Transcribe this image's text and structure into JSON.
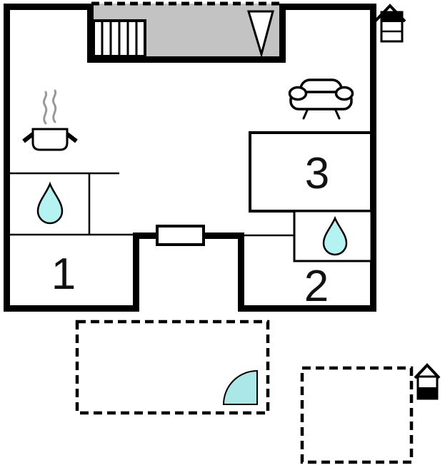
{
  "page": {
    "title": "Holiday home floor plan"
  },
  "colors": {
    "wall": "#000000",
    "loft_gray": "#c3c3c3",
    "terrace_main": "#e8e8e8",
    "terrace_small": "#c6c6c6",
    "water_drop": "#b5f2f2",
    "door_swing": "#abe7e7",
    "steam_gray": "#999999",
    "background": "#ffffff"
  },
  "rooms": [
    {
      "label": "1"
    },
    {
      "label": "2"
    },
    {
      "label": "3"
    }
  ],
  "icons": [
    {
      "name": "staircase-icon"
    },
    {
      "name": "roof-window-icon"
    },
    {
      "name": "cooking-pot-icon"
    },
    {
      "name": "sofa-icon"
    },
    {
      "name": "water-drop-icon-left"
    },
    {
      "name": "water-drop-icon-right"
    },
    {
      "name": "entrance-door-icon"
    },
    {
      "name": "door-swing-icon"
    },
    {
      "name": "house-level-icon-top-floor"
    },
    {
      "name": "house-level-icon-ground-floor"
    }
  ]
}
